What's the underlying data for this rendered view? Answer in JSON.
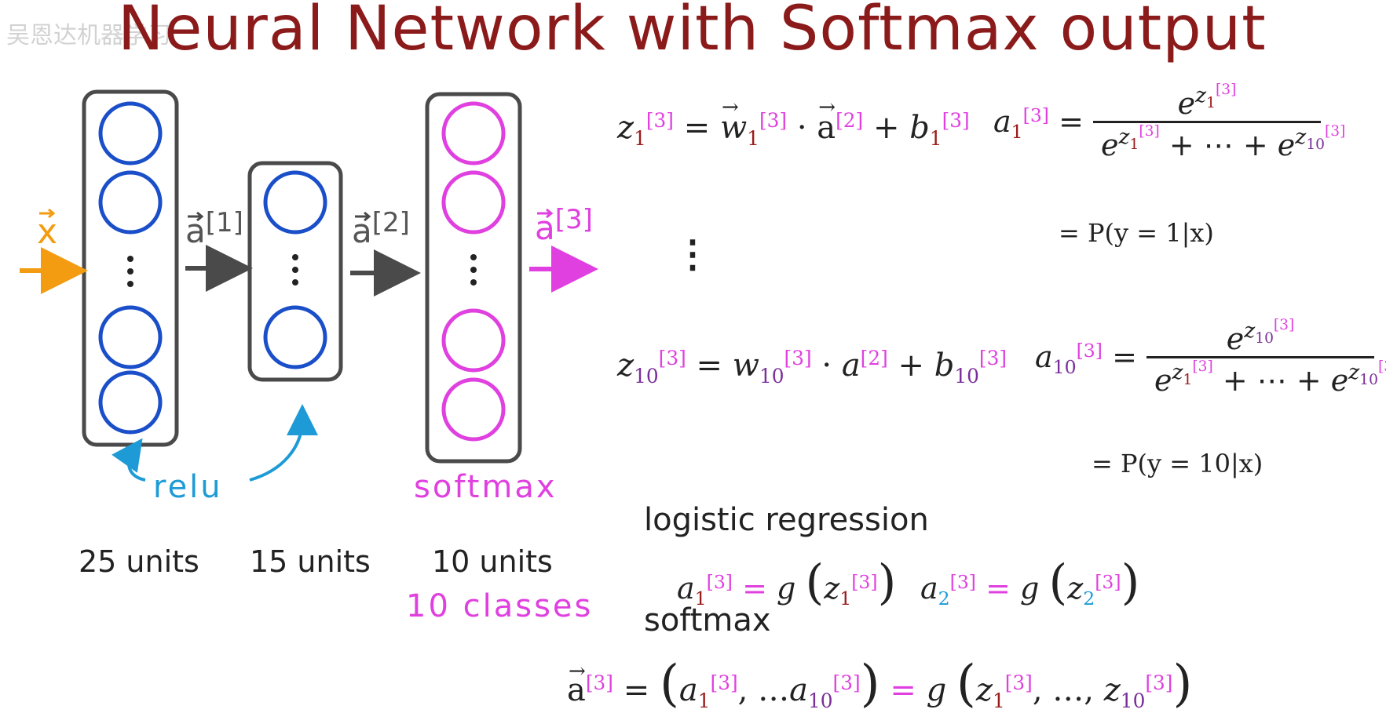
{
  "title": "Neural Network with Softmax output",
  "watermark": "吴恩达机器学习",
  "network": {
    "input_label": "x",
    "hidden1_activation_label": "a",
    "hidden1_superscript": "[1]",
    "hidden2_activation_label": "a",
    "hidden2_superscript": "[2]",
    "output_activation_label": "a",
    "output_superscript": "[3]",
    "layer1_units": "25 units",
    "layer2_units": "15 units",
    "layer3_units": "10 units",
    "layer3_classes": "10 classes",
    "relu_label": "relu",
    "softmax_label": "softmax",
    "colors": {
      "input": "#F39C12",
      "hidden": "#1A4FC9",
      "output": "#E040E0",
      "arrow": "#4a4a4a",
      "annotation": "#1E9BD7",
      "title": "#8B1A1A"
    }
  },
  "equations": {
    "z1_lhs": "z",
    "z1_sub": "1",
    "z1_sup": "[3]",
    "equals": "=",
    "w": "w",
    "dot": "·",
    "plus": "+",
    "b": "b",
    "vertical_dots": "⋮",
    "z10_sub": "10",
    "p1": "= P(y = 1|x)",
    "p10": "= P(y = 10|x)",
    "exp_base": "e",
    "ellipsis": "+ ⋯ +"
  },
  "logistic": {
    "heading": "logistic regression",
    "g": "g"
  },
  "softmax": {
    "heading": "softmax",
    "ellipsis": "…"
  }
}
